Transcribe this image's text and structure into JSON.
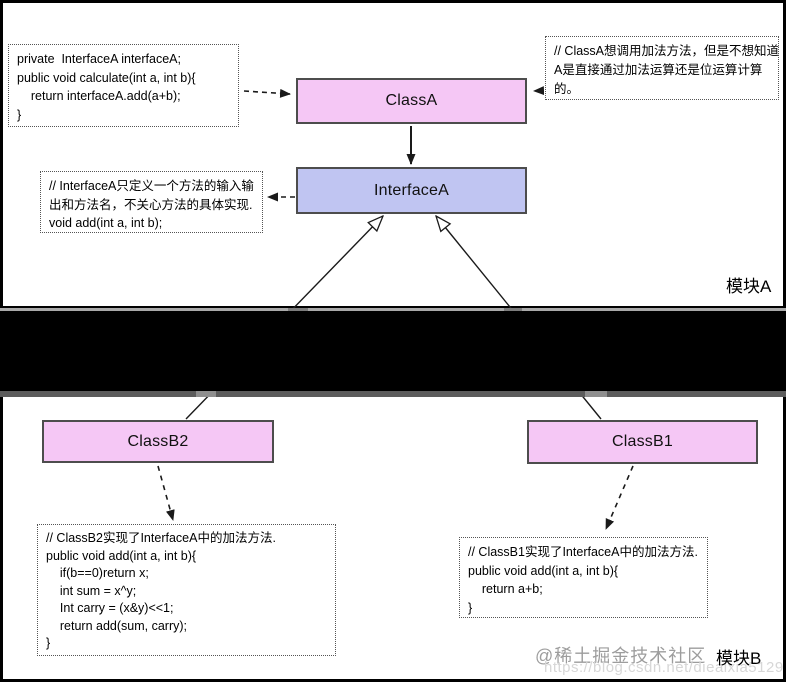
{
  "modules": {
    "a_label": "模块A",
    "b_label": "模块B"
  },
  "boxes": {
    "class_a": "ClassA",
    "interface_a": "InterfaceA",
    "class_b2": "ClassB2",
    "class_b1": "ClassB1"
  },
  "annotations": {
    "class_a_code": {
      "lines": [
        "private  InterfaceA interfaceA;",
        "public void calculate(int a, int b){",
        "    return interfaceA.add(a+b);",
        "}"
      ]
    },
    "class_a_note": {
      "lines": [
        "// ClassA想调用加法方法，但是不想知道",
        "A是直接通过加法运算还是位运算计算",
        "的。"
      ]
    },
    "interface_a_note": {
      "lines": [
        "// InterfaceA只定义一个方法的输入输",
        "出和方法名，不关心方法的具体实现.",
        "void add(int a, int b);"
      ]
    },
    "class_b2_code": {
      "lines": [
        "// ClassB2实现了InterfaceA中的加法方法.",
        "public void add(int a, int b){",
        "    if(b==0)return x;",
        "    int sum = x^y;",
        "    Int carry = (x&y)<<1;",
        "    return add(sum, carry);",
        "}"
      ]
    },
    "class_b1_code": {
      "lines": [
        "// ClassB1实现了InterfaceA中的加法方法.",
        "public void add(int a, int b){",
        "    return a+b;",
        "}"
      ]
    }
  },
  "watermark": {
    "community": "@稀土掘金技术社区",
    "url": "https://blog.csdn.net/dieaixia5129"
  },
  "colors": {
    "class_fill": "#f5c7f5",
    "interface_fill": "#c0c5f2",
    "node_border": "#4d4d4d",
    "divider_band": "#000000",
    "watermark_gray": "#9d9d9d"
  }
}
